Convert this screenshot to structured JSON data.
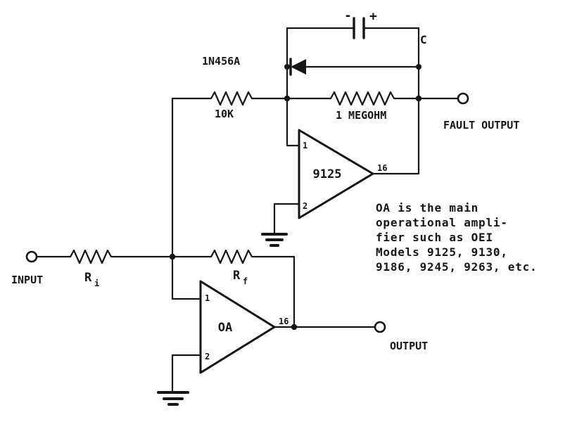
{
  "colors": {
    "ink": "#161616",
    "bg": "#ffffff"
  },
  "terminals": {
    "input": "INPUT",
    "output": "OUTPUT",
    "fault_output": "FAULT OUTPUT"
  },
  "components": {
    "ri_base": "R",
    "ri_sub": "i",
    "rf_base": "R",
    "rf_sub": "f",
    "r10k": "10K",
    "r1meg": "1 MEGOHM",
    "diode": "1N456A",
    "cap": "C",
    "cap_minus": "-",
    "cap_plus": "+",
    "fault_amp": "9125",
    "main_amp": "OA"
  },
  "pins": {
    "p1": "1",
    "p2": "2",
    "p16": "16"
  },
  "note": {
    "line1": "OA is the main",
    "line2": "operational ampli-",
    "line3": "fier such as OEI",
    "line4": "Models 9125, 9130,",
    "line5": "9186, 9245, 9263, etc."
  }
}
